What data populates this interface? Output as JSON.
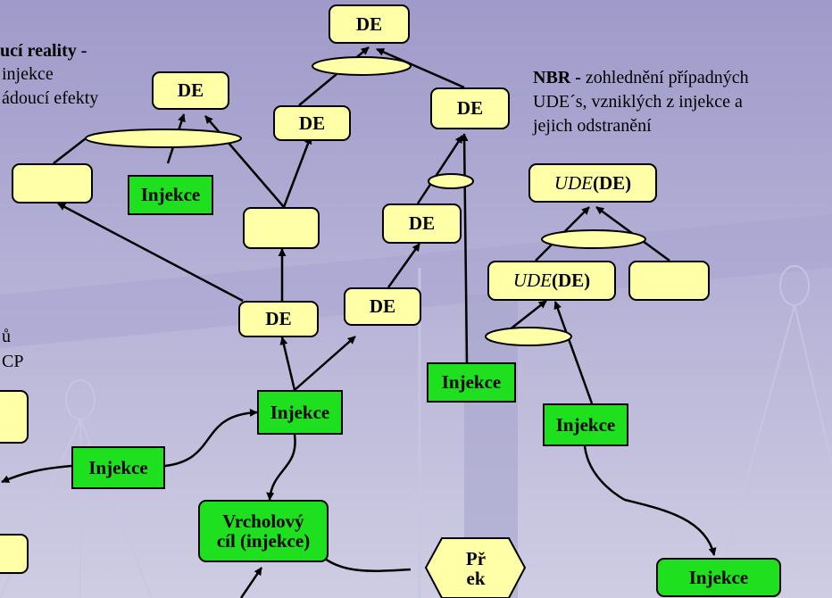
{
  "texts": {
    "top_left_title": "ucí reality -",
    "top_left_line2": "injekce",
    "top_left_line3": "ádoucí efekty",
    "nbr_bold": "NBR -",
    "nbr_line1": " zohlednění případných",
    "nbr_line2": "UDE´s, vzniklých z injekce a",
    "nbr_line3": "jejich odstranění",
    "left_mid_line1": "ů",
    "left_mid_line2": "CP"
  },
  "nodes": {
    "de_top": "DE",
    "de_upper_left": "DE",
    "de_upper_center": "DE",
    "de_upper_right": "DE",
    "de_right_mid": "DE",
    "de_center": "DE",
    "de_center_right": "DE",
    "ude_top_word": "UDE",
    "ude_top_rest": " (DE)",
    "ude_mid_word": "UDE",
    "ude_mid_rest": " (DE)",
    "inj_top_left": "Injekce",
    "inj_center": "Injekce",
    "inj_right_mid": "Injekce",
    "inj_left": "Injekce",
    "inj_right_lower": "Injekce",
    "inj_bottom_right": "Injekce",
    "goal_line1": "Vrcholový",
    "goal_line2": "cíl (injekce)",
    "obstacle_line1": "Př",
    "obstacle_line2": "ek"
  },
  "colors": {
    "effect_fill": "#ffffa8",
    "injection_fill": "#1ee01e",
    "background": "#b4b0d6"
  }
}
